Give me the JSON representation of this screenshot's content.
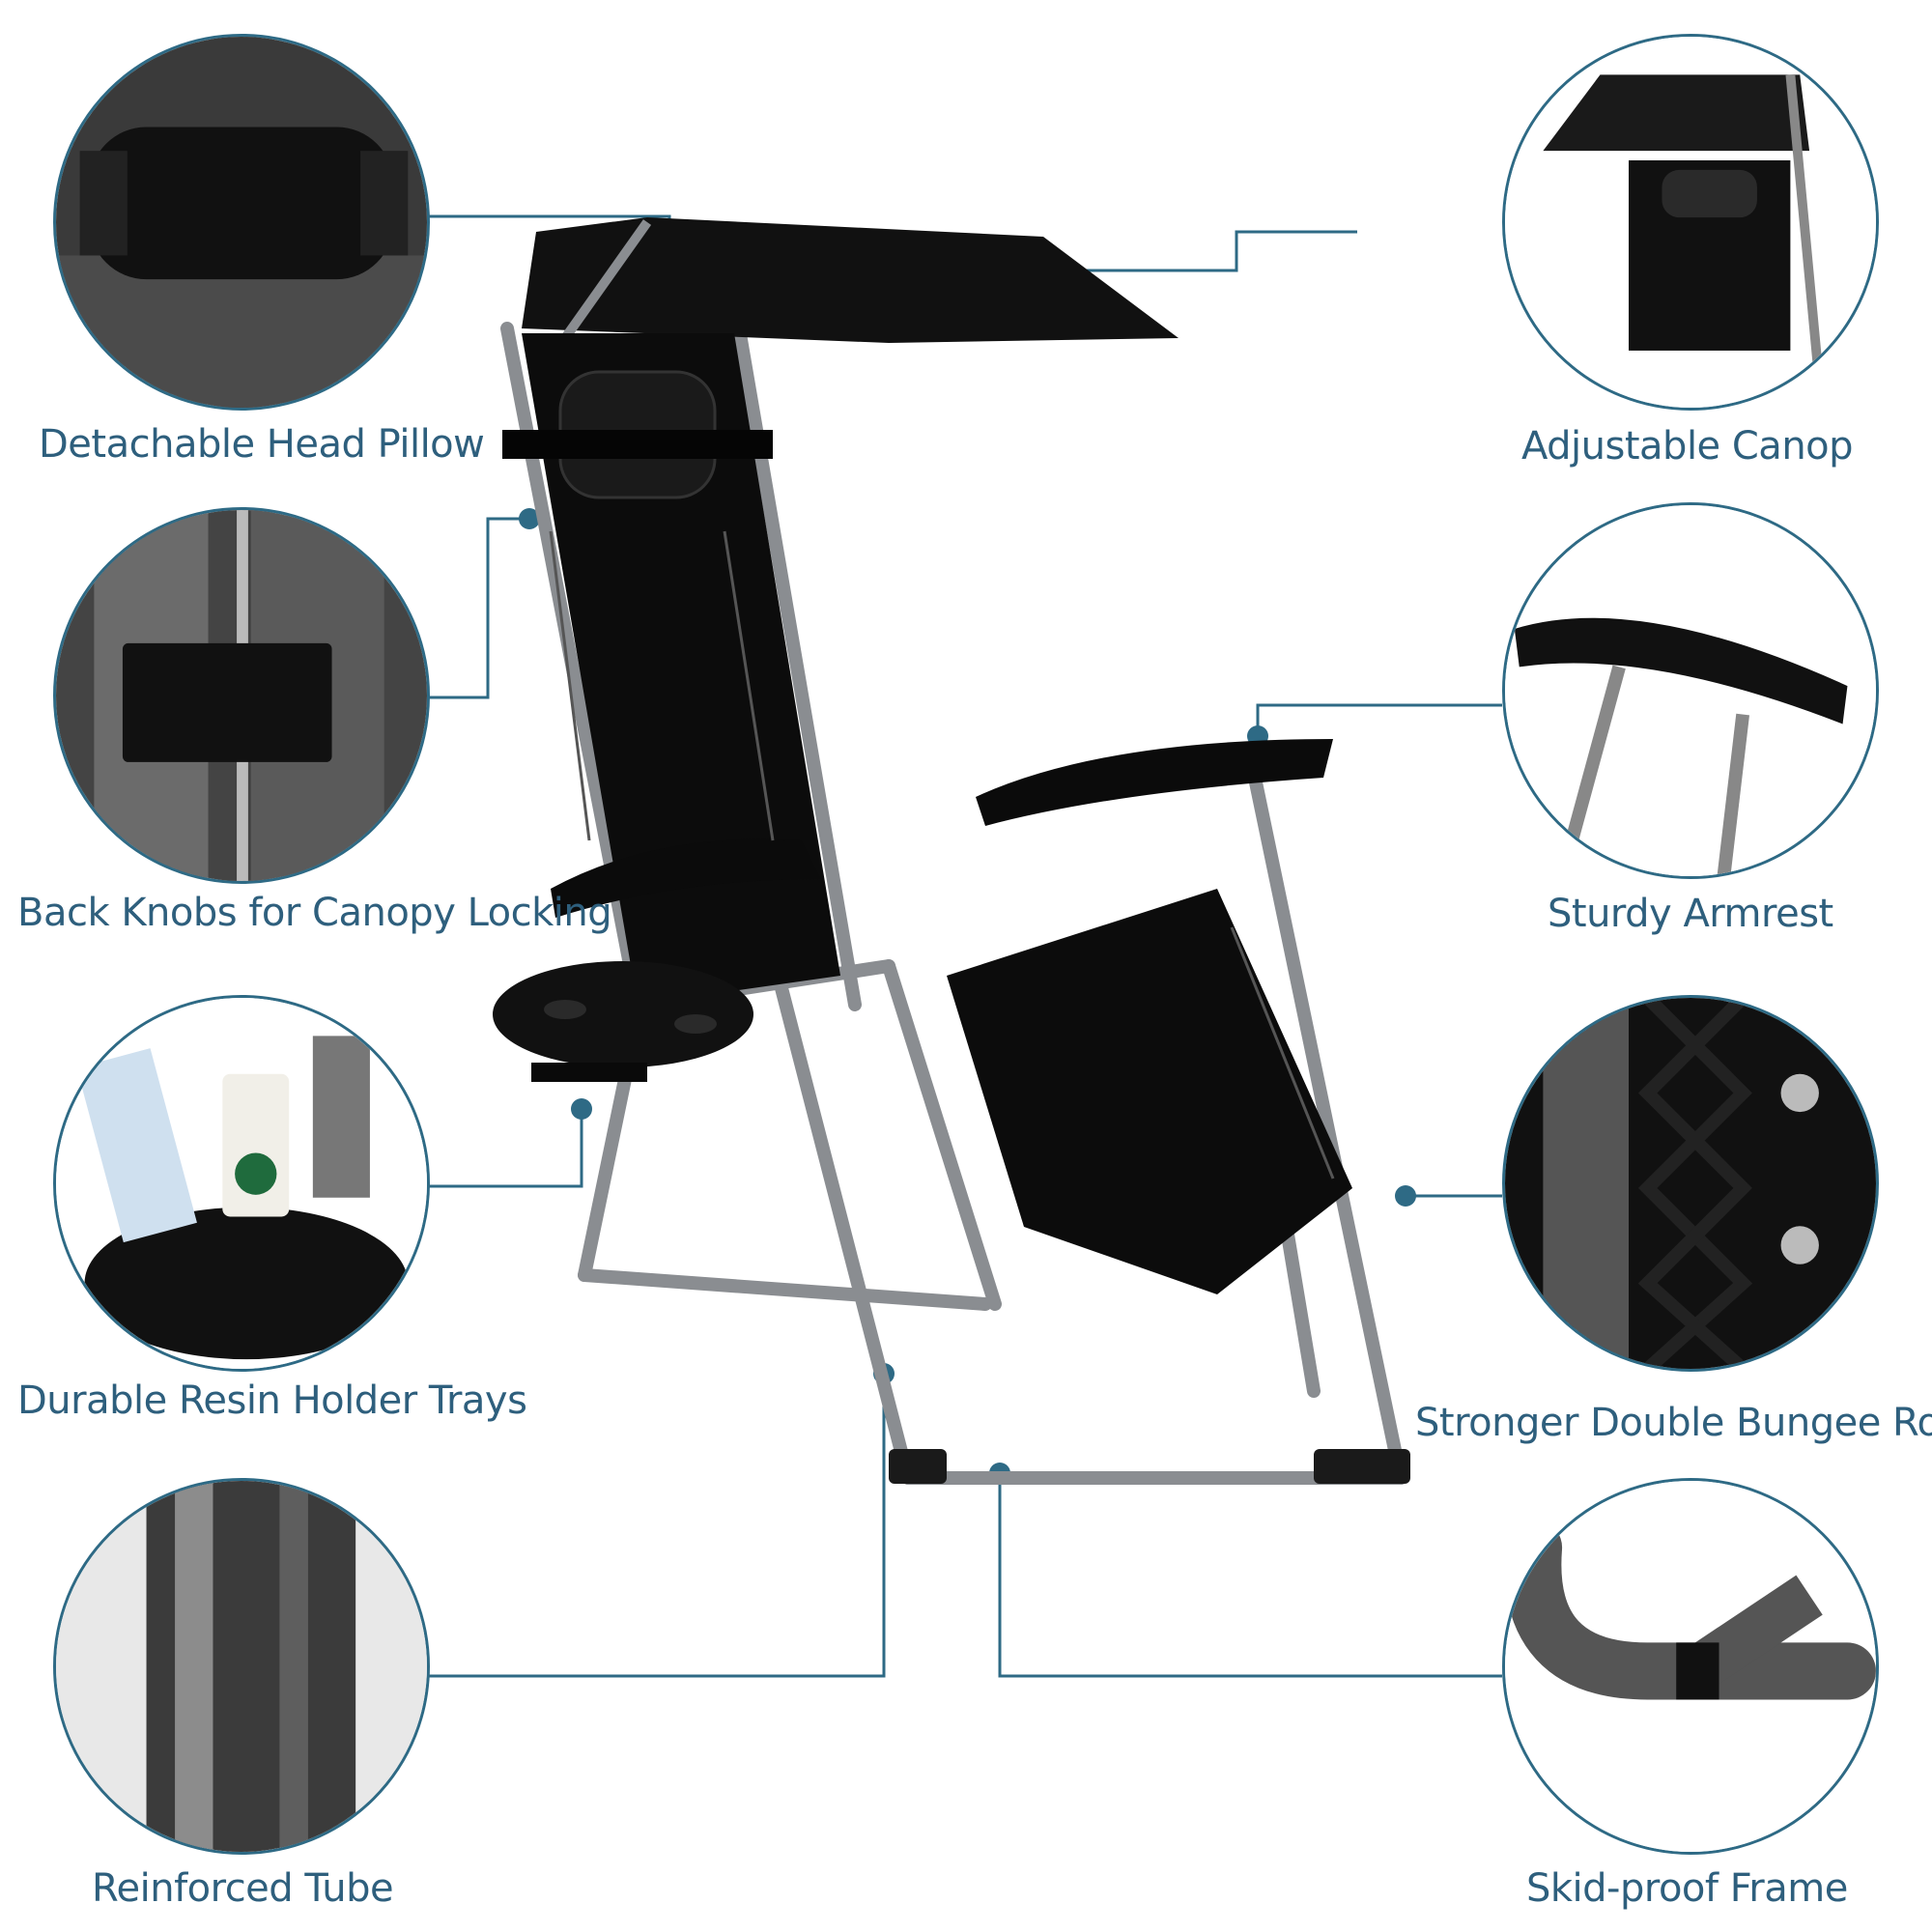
{
  "accent_color": "#2e6a85",
  "label_color": "#2e5f7d",
  "features": {
    "head_pillow": "Detachable Head Pillow",
    "canopy": "Adjustable Canop",
    "back_knobs": "Back Knobs for Canopy Locking",
    "armrest": "Sturdy Armrest",
    "holder_trays": "Durable Resin Holder Trays",
    "bungee_rope": "Stronger Double Bungee Rope",
    "reinforced_tube": "Reinforced Tube",
    "skid_proof_frame": "Skid-proof Frame"
  },
  "icons": [
    "pillow-closeup",
    "canopy-closeup",
    "knob-closeup",
    "armrest-closeup",
    "cupholder-tray-closeup",
    "bungee-rope-closeup",
    "tube-texture-closeup",
    "frame-bend-closeup",
    "zero-gravity-chair"
  ]
}
